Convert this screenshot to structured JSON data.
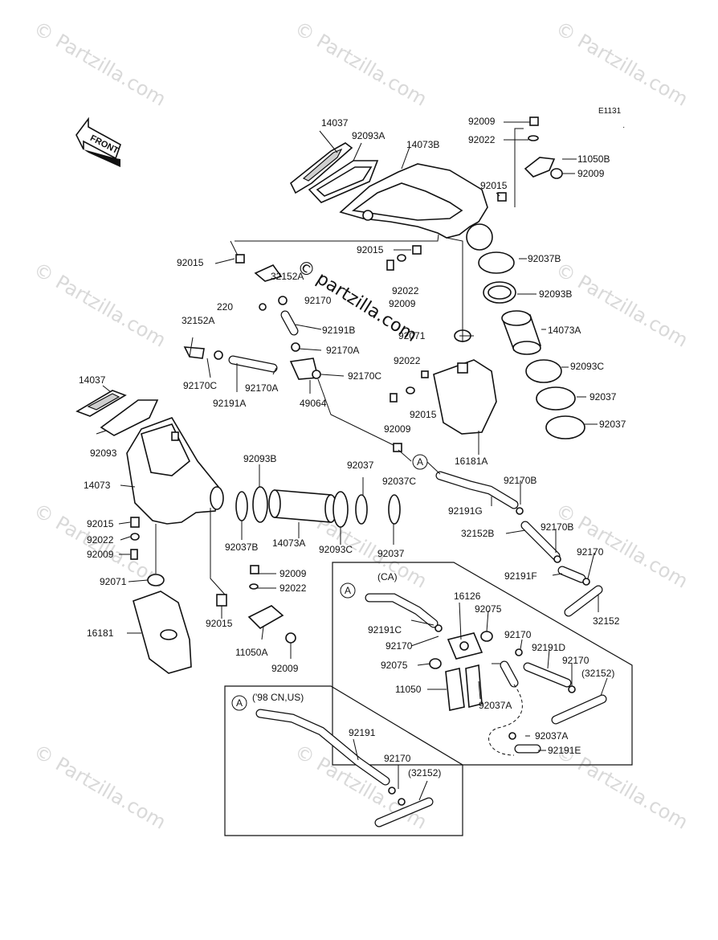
{
  "diagram": {
    "code": "E1131",
    "front_label": "FRONT",
    "watermark": "© Partzilla.com",
    "center_watermark": "© partzilla.com",
    "callout_letter": "A",
    "box_ca_title": "(CA)",
    "box_98_title": "('98 CN,US)",
    "labels": [
      "14037",
      "92093A",
      "14073B",
      "92009",
      "92022",
      "11050B",
      "92009",
      "92015",
      "92015",
      "92022",
      "92009",
      "32152A",
      "92170",
      "92191B",
      "220",
      "92015",
      "32152A",
      "92170A",
      "92170C",
      "92170A",
      "92191A",
      "49064",
      "92170C",
      "92037B",
      "92093B",
      "14073A",
      "92071",
      "92022",
      "92015",
      "92009",
      "92093C",
      "92037",
      "92037",
      "16181A",
      "14037",
      "92093",
      "14073",
      "92093B",
      "92037",
      "92037C",
      "92191G",
      "92170B",
      "92015",
      "92022",
      "92009",
      "92037B",
      "14073A",
      "92093C",
      "92037",
      "32152B",
      "92170B",
      "92170",
      "92191F",
      "32152",
      "92009",
      "92022",
      "92071",
      "92015",
      "11050A",
      "92009",
      "16181",
      "16126",
      "92075",
      "92191C",
      "92170",
      "92075",
      "92170",
      "92191D",
      "92170",
      "(32152)",
      "11050",
      "92037A",
      "92037A",
      "92191E",
      "92191",
      "92170",
      "(32152)"
    ]
  }
}
